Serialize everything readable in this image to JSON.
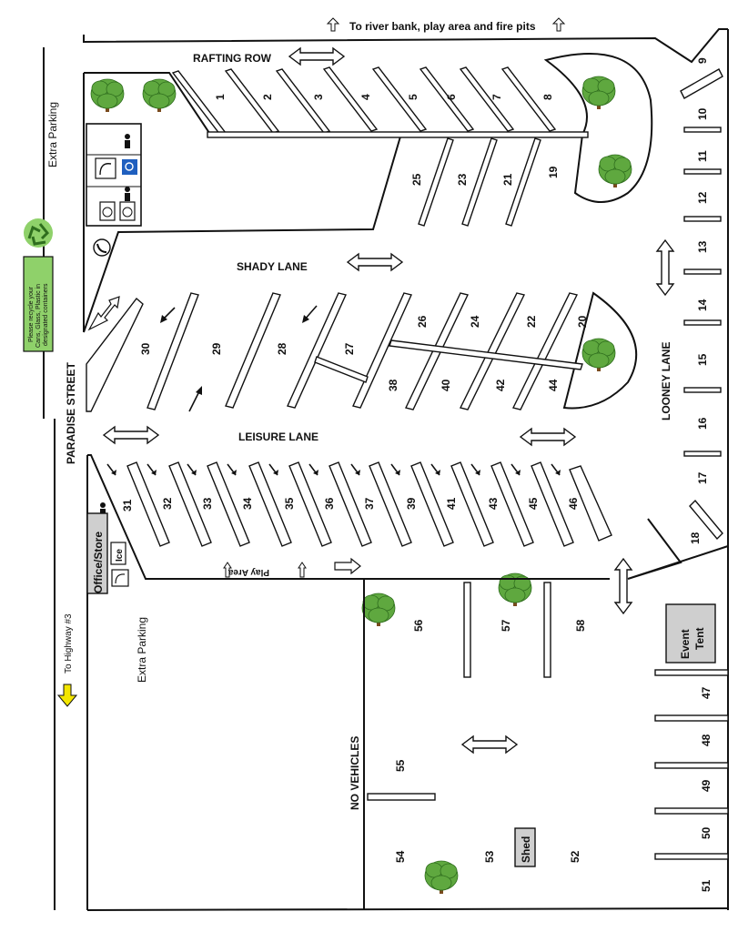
{
  "header": {
    "river_note": "To river bank, play area and fire pits"
  },
  "roads": {
    "rafting_row": "RAFTING ROW",
    "shady_lane": "SHADY LANE",
    "leisure_lane": "LEISURE LANE",
    "looney_lane": "LOONEY LANE",
    "paradise_street": "PARADISE STREET"
  },
  "labels": {
    "extra_parking_top": "Extra Parking",
    "extra_parking_bottom": "Extra Parking",
    "to_highway": "To Highway #3",
    "play_area": "Play Area",
    "no_vehicles": "NO VEHICLES",
    "office_store": "Office/Store",
    "ice": "Ice",
    "event_tent_line1": "Event",
    "event_tent_line2": "Tent",
    "shed": "Shed",
    "recycle_line1": "Please recycle your",
    "recycle_line2": "Cans, Glass, Plastic in",
    "recycle_line3": "designated containers"
  },
  "sites": {
    "s1": "1",
    "s2": "2",
    "s3": "3",
    "s4": "4",
    "s5": "5",
    "s6": "6",
    "s7": "7",
    "s8": "8",
    "s9": "9",
    "s10": "10",
    "s11": "11",
    "s12": "12",
    "s13": "13",
    "s14": "14",
    "s15": "15",
    "s16": "16",
    "s17": "17",
    "s18": "18",
    "s19": "19",
    "s20": "20",
    "s21": "21",
    "s22": "22",
    "s23": "23",
    "s24": "24",
    "s25": "25",
    "s26": "26",
    "s27": "27",
    "s28": "28",
    "s29": "29",
    "s30": "30",
    "s31": "31",
    "s32": "32",
    "s33": "33",
    "s34": "34",
    "s35": "35",
    "s36": "36",
    "s37": "37",
    "s38": "38",
    "s39": "39",
    "s40": "40",
    "s41": "41",
    "s42": "42",
    "s43": "43",
    "s44": "44",
    "s45": "45",
    "s46": "46",
    "s47": "47",
    "s48": "48",
    "s49": "49",
    "s50": "50",
    "s51": "51",
    "s52": "52",
    "s53": "53",
    "s54": "54",
    "s55": "55",
    "s56": "56",
    "s57": "57",
    "s58": "58"
  },
  "colors": {
    "recycle_green": "#8fd16a",
    "tree_green": "#5fa83f",
    "arrow_yellow": "#f3e600",
    "building_gray": "#cfcfcf",
    "accessible_blue": "#1f5fbf"
  },
  "icons": [
    "recycle-icon",
    "phone-icon",
    "washroom-icon",
    "shower-icon",
    "accessible-icon",
    "laundry-icon",
    "tree-icon",
    "double-arrow-icon"
  ]
}
